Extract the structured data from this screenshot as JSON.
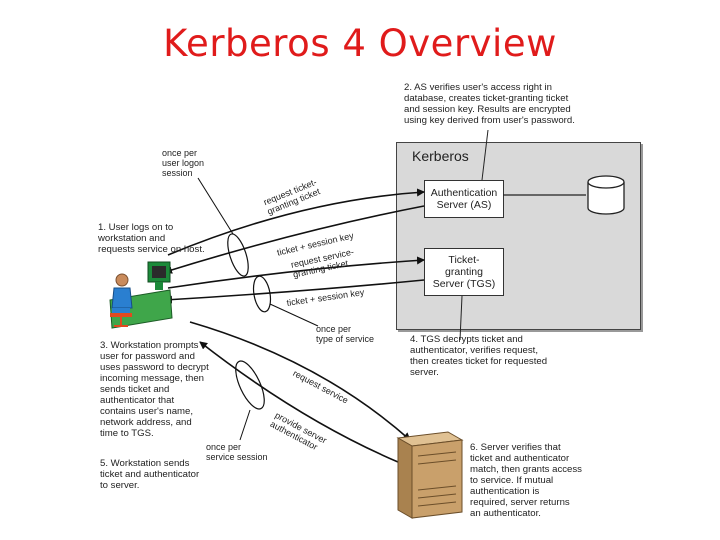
{
  "title": "Kerberos 4 Overview",
  "kerberos_label": "Kerberos",
  "as_box": "Authentication\nServer (AS)",
  "tgs_box": "Ticket-\ngranting\nServer (TGS)",
  "notes": {
    "n1": "1. User logs on to\nworkstation and\nrequests service on host.",
    "n2": "2. AS verifies user's access right in\ndatabase, creates ticket-granting ticket\nand session key. Results are encrypted\nusing key derived from user's password.",
    "n3": "3. Workstation prompts\nuser for password and\nuses password to decrypt\nincoming message, then\nsends ticket and\nauthenticator that\ncontains user's name,\nnetwork address, and\ntime to TGS.",
    "n4": "4. TGS decrypts ticket and\nauthenticator, verifies request,\nthen creates ticket for requested\nserver.",
    "n5": "5. Workstation sends\nticket and authenticator\nto server.",
    "n6": "6. Server verifies that\nticket and authenticator\nmatch, then grants access\nto service. If mutual\nauthentication is\nrequired, server returns\nan authenticator."
  },
  "frequency": {
    "logon": "once per\nuser logon\nsession",
    "service_type": "once per\ntype of service",
    "service_session": "once per\nservice session"
  },
  "arrow_labels": {
    "req_tgt": "request ticket-\ngranting ticket",
    "ticket_key_1": "ticket + session key",
    "req_sgt": "request service-\ngranting ticket",
    "ticket_key_2": "ticket + session key",
    "req_service": "request service",
    "provide_auth": "provide server\nauthenticator"
  },
  "colors": {
    "title": "#e01b1b",
    "kerberos_bg": "#d9d9d9",
    "monitor": "#1c8a3a",
    "desk": "#3fa64a",
    "person": "#2a7fd0",
    "server": "#c9a06b"
  }
}
